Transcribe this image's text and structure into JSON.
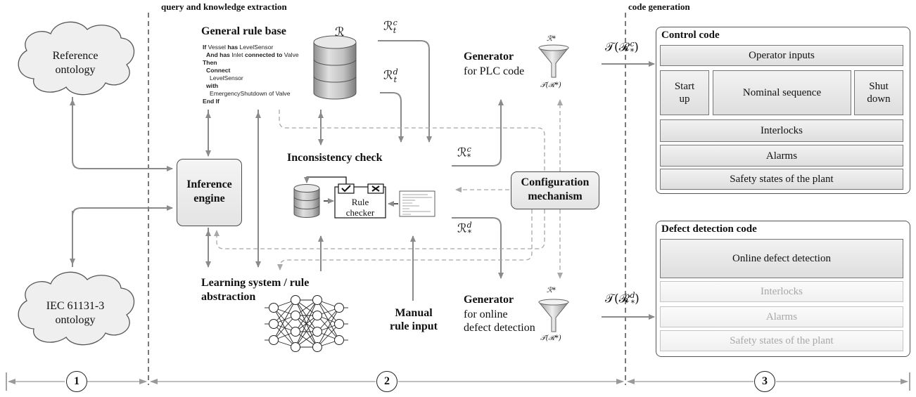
{
  "sections": {
    "left_header": "query and knowledge extraction",
    "right_header": "code generation",
    "markers": [
      "1",
      "2",
      "3"
    ]
  },
  "ontologies": {
    "reference": "Reference\nontology",
    "iec": "IEC 61131-3\nontology"
  },
  "rule_base": {
    "title": "General rule base",
    "symbol": "ℛ",
    "rule_lines": [
      {
        "kw": "If",
        "rest": " Vessel ",
        "kw2": "has",
        "rest2": " LevelSensor"
      },
      {
        "kw": "And has",
        "rest": " Inlet ",
        "kw2": "connected to",
        "rest2": " Valve"
      },
      {
        "kw": "Then",
        "rest": "",
        "kw2": "",
        "rest2": ""
      },
      {
        "kw": "Connect",
        "rest": "",
        "kw2": "",
        "rest2": ""
      },
      {
        "kw": "",
        "rest": "LevelSensor",
        "kw2": "",
        "rest2": ""
      },
      {
        "kw": "with",
        "rest": "",
        "kw2": "",
        "rest2": ""
      },
      {
        "kw": "",
        "rest": "EmergencyShutdown of Valve",
        "kw2": "",
        "rest2": ""
      },
      {
        "kw": "End If",
        "rest": "",
        "kw2": "",
        "rest2": ""
      }
    ]
  },
  "inference": {
    "label": "Inference\nengine"
  },
  "inconsistency": {
    "title": "Inconsistency check",
    "checker_label": "Rule\nchecker"
  },
  "configuration": {
    "label": "Configuration\nmechanism"
  },
  "learning": {
    "title_line1": "Learning system / rule",
    "title_line2": "abstraction"
  },
  "manual_input": {
    "label": "Manual\nrule input"
  },
  "generator_plc": {
    "title": "Generator",
    "subtitle": "for PLC code",
    "symbol_top": "ℛ*",
    "symbol_bottom": "𝒯(ℛ*)"
  },
  "generator_defect": {
    "title": "Generator",
    "subtitle_line1": "for online",
    "subtitle_line2": "defect detection",
    "symbol_top": "ℛ*",
    "symbol_bottom": "𝒯(ℛ*)"
  },
  "arrow_labels": {
    "rtc": "ℛ",
    "rtc_sup": "c",
    "rtc_sub": "t",
    "rtd": "ℛ",
    "rtd_sup": "d",
    "rtd_sub": "t",
    "rsc": "ℛ",
    "rsc_sup": "c",
    "rsc_sub": "*",
    "rsd": "ℛ",
    "rsd_sup": "d",
    "rsd_sub": "*",
    "tc": "𝒯(ℛ",
    "tc_sup": "c",
    "tc_sub": "*",
    "tc_close": ")",
    "td": "𝒯(ℛ",
    "td_sup": "d",
    "td_sub": "*",
    "td_close": ")"
  },
  "control_code": {
    "title": "Control code",
    "cells": {
      "operator_inputs": "Operator inputs",
      "start_up": "Start\nup",
      "nominal_sequence": "Nominal sequence",
      "shut_down": "Shut\ndown",
      "interlocks": "Interlocks",
      "alarms": "Alarms",
      "safety_states": "Safety states of the plant"
    }
  },
  "defect_code": {
    "title": "Defect detection code",
    "cells": {
      "online_defect": "Online defect detection",
      "interlocks": "Interlocks",
      "alarms": "Alarms",
      "safety_states": "Safety states of the plant"
    }
  },
  "colors": {
    "arrow": "#8a8a8a",
    "dashed": "#a8a8a8",
    "box_border": "#4a4a4a",
    "faded_text": "#a8a8a8"
  }
}
